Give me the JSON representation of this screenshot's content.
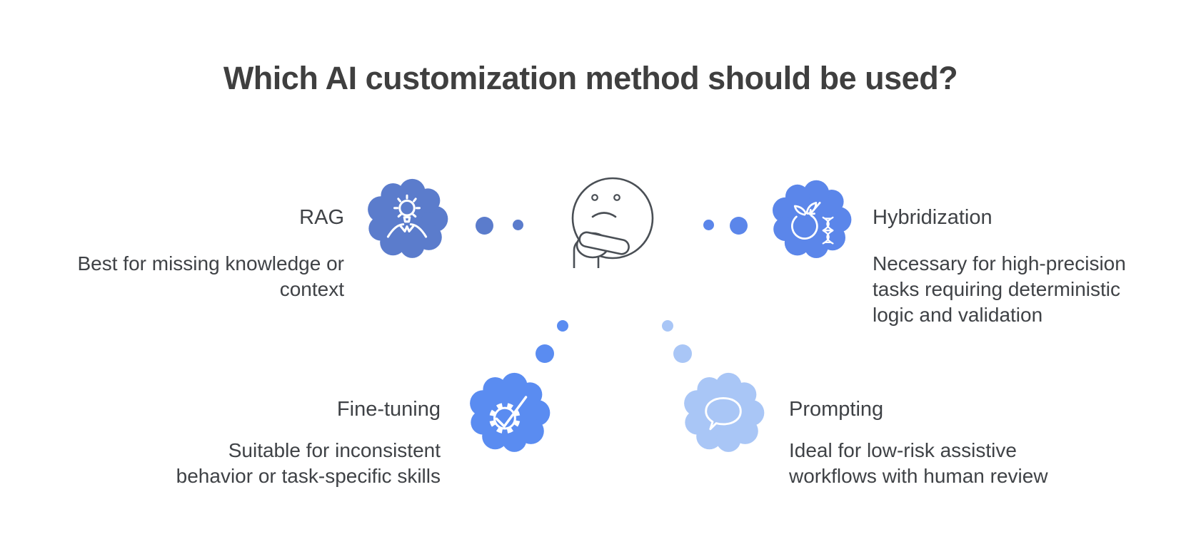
{
  "title": "Which AI customization method should be used?",
  "title_color": "#3f3f3f",
  "text_color": "#3f4246",
  "background_color": "#ffffff",
  "center_figure": {
    "name": "thinking-face",
    "stroke_color": "#4a4f55"
  },
  "methods": [
    {
      "id": "rag",
      "label": "RAG",
      "description": "Best for missing knowledge or\ncontext",
      "blob_color": "#5b7ccc",
      "icon": "idea-person-icon",
      "position": "top-left"
    },
    {
      "id": "hybridization",
      "label": "Hybridization",
      "description": "Necessary for high-precision\ntasks requiring deterministic\nlogic and validation",
      "blob_color": "#5b86ea",
      "icon": "fruit-dna-icon",
      "position": "top-right"
    },
    {
      "id": "fine-tuning",
      "label": "Fine-tuning",
      "description": "Suitable for inconsistent\nbehavior or task-specific skills",
      "blob_color": "#5a8cf1",
      "icon": "gear-check-icon",
      "position": "bottom-left"
    },
    {
      "id": "prompting",
      "label": "Prompting",
      "description": "Ideal for low-risk assistive\nworkflows with human review",
      "blob_color": "#a9c6f6",
      "icon": "speech-bubble-icon",
      "position": "bottom-right"
    }
  ]
}
